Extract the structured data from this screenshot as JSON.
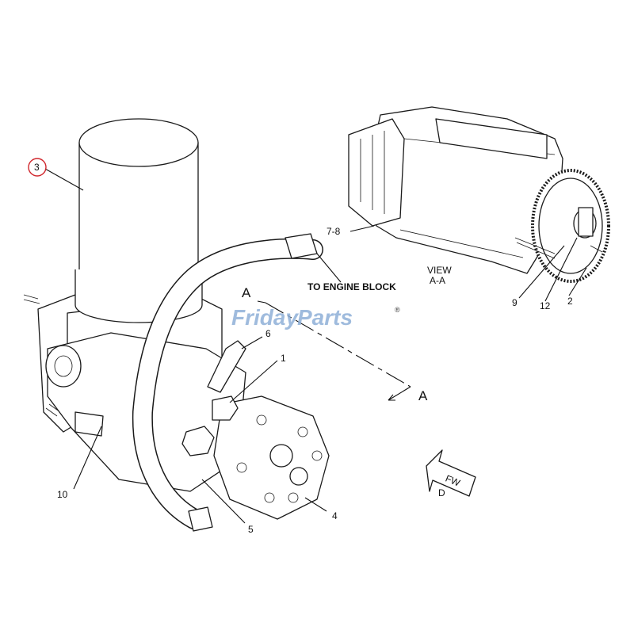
{
  "callouts": {
    "c3": "3",
    "c78": "7-8",
    "c9": "9",
    "c12": "12",
    "c2": "2",
    "c6": "6",
    "c1": "1",
    "c10": "10",
    "c5": "5",
    "c4": "4"
  },
  "annotations": {
    "to_engine_block": "TO ENGINE BLOCK",
    "view_line1": "VIEW",
    "view_line2": "A-A",
    "section_a_top": "A",
    "section_a_bottom": "A",
    "fw": "FW",
    "fw_d": "D"
  },
  "watermark": {
    "part1": "Friday",
    "part2": "Parts",
    "mark": "®",
    "color": "#8fb0d8"
  },
  "highlight_color": "#d0262c"
}
